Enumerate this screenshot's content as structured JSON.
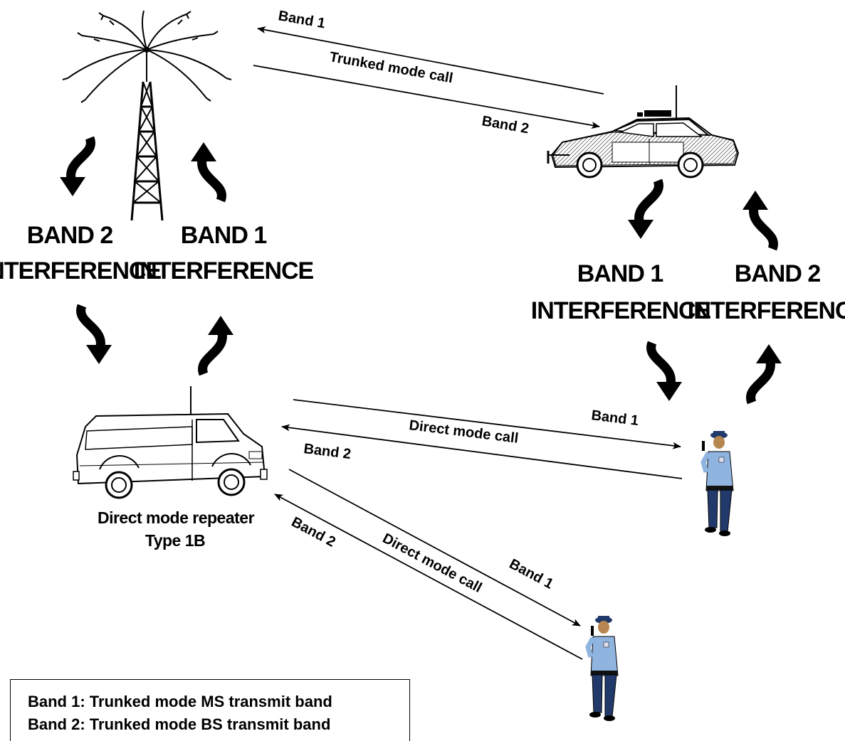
{
  "links": {
    "bs_ms_band1": "Band 1",
    "bs_ms_call": "Trunked mode call",
    "bs_ms_band2": "Band 2",
    "dmr_ms1_band1": "Band 1",
    "dmr_ms1_call": "Direct mode call",
    "dmr_ms1_band2": "Band 2",
    "dmr_ms2_band2": "Band 2",
    "dmr_ms2_call": "Direct mode call",
    "dmr_ms2_band1": "Band 1"
  },
  "interference": {
    "tower_left_line1": "BAND 2",
    "tower_left_line2": "INTERFERENCE",
    "tower_right_line1": "BAND 1",
    "tower_right_line2": "INTERFERENCE",
    "car_left_line1": "BAND 1",
    "car_left_line2": "INTERFERENCE",
    "car_right_line1": "BAND 2",
    "car_right_line2": "INTERFERENCE"
  },
  "repeater": {
    "caption_line1": "Direct mode repeater",
    "caption_line2": "Type 1B"
  },
  "legend": {
    "band1": "Band 1: Trunked mode MS transmit band",
    "band2": "Band 2: Trunked mode BS transmit band"
  }
}
